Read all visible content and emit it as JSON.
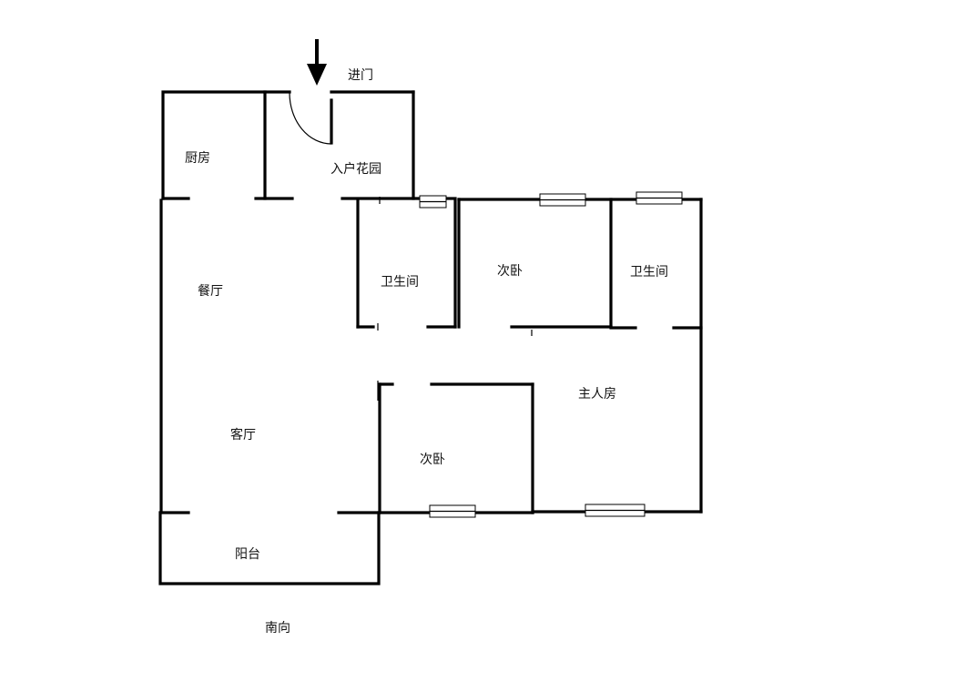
{
  "floorplan": {
    "entrance_label": "进门",
    "orientation_label": "南向",
    "rooms": {
      "kitchen": "厨房",
      "entry_garden": "入户花园",
      "dining": "餐厅",
      "bathroom_1": "卫生间",
      "secondary_bedroom_1": "次卧",
      "bathroom_2": "卫生间",
      "master_bedroom": "主人房",
      "living": "客厅",
      "secondary_bedroom_2": "次卧",
      "balcony": "阳台"
    }
  }
}
